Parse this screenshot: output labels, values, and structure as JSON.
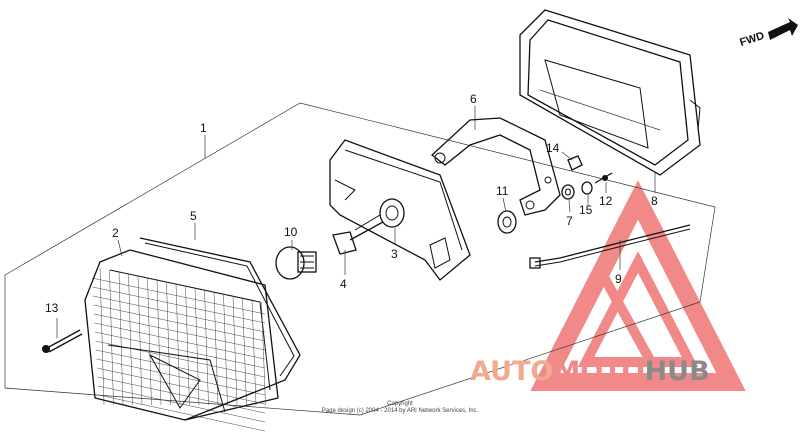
{
  "parts": [
    {
      "number": "1"
    },
    {
      "number": "2"
    },
    {
      "number": "3"
    },
    {
      "number": "4"
    },
    {
      "number": "5"
    },
    {
      "number": "6"
    },
    {
      "number": "7"
    },
    {
      "number": "8"
    },
    {
      "number": "9"
    },
    {
      "number": "10"
    },
    {
      "number": "11"
    },
    {
      "number": "12"
    },
    {
      "number": "13"
    },
    {
      "number": "14"
    },
    {
      "number": "15"
    }
  ],
  "direction_label": "FWD",
  "copyright": {
    "line1": "Copyright",
    "line2": "Page design (c) 2004 - 2014 by ARI Network Services, Inc."
  },
  "watermark": {
    "part1": "AUTO",
    "part2": "MOTO",
    "part3": "HUB",
    "color_primary": "#f28a8a",
    "color_secondary": "#f0ab8e",
    "color_tertiary": "#8a8a8a"
  }
}
